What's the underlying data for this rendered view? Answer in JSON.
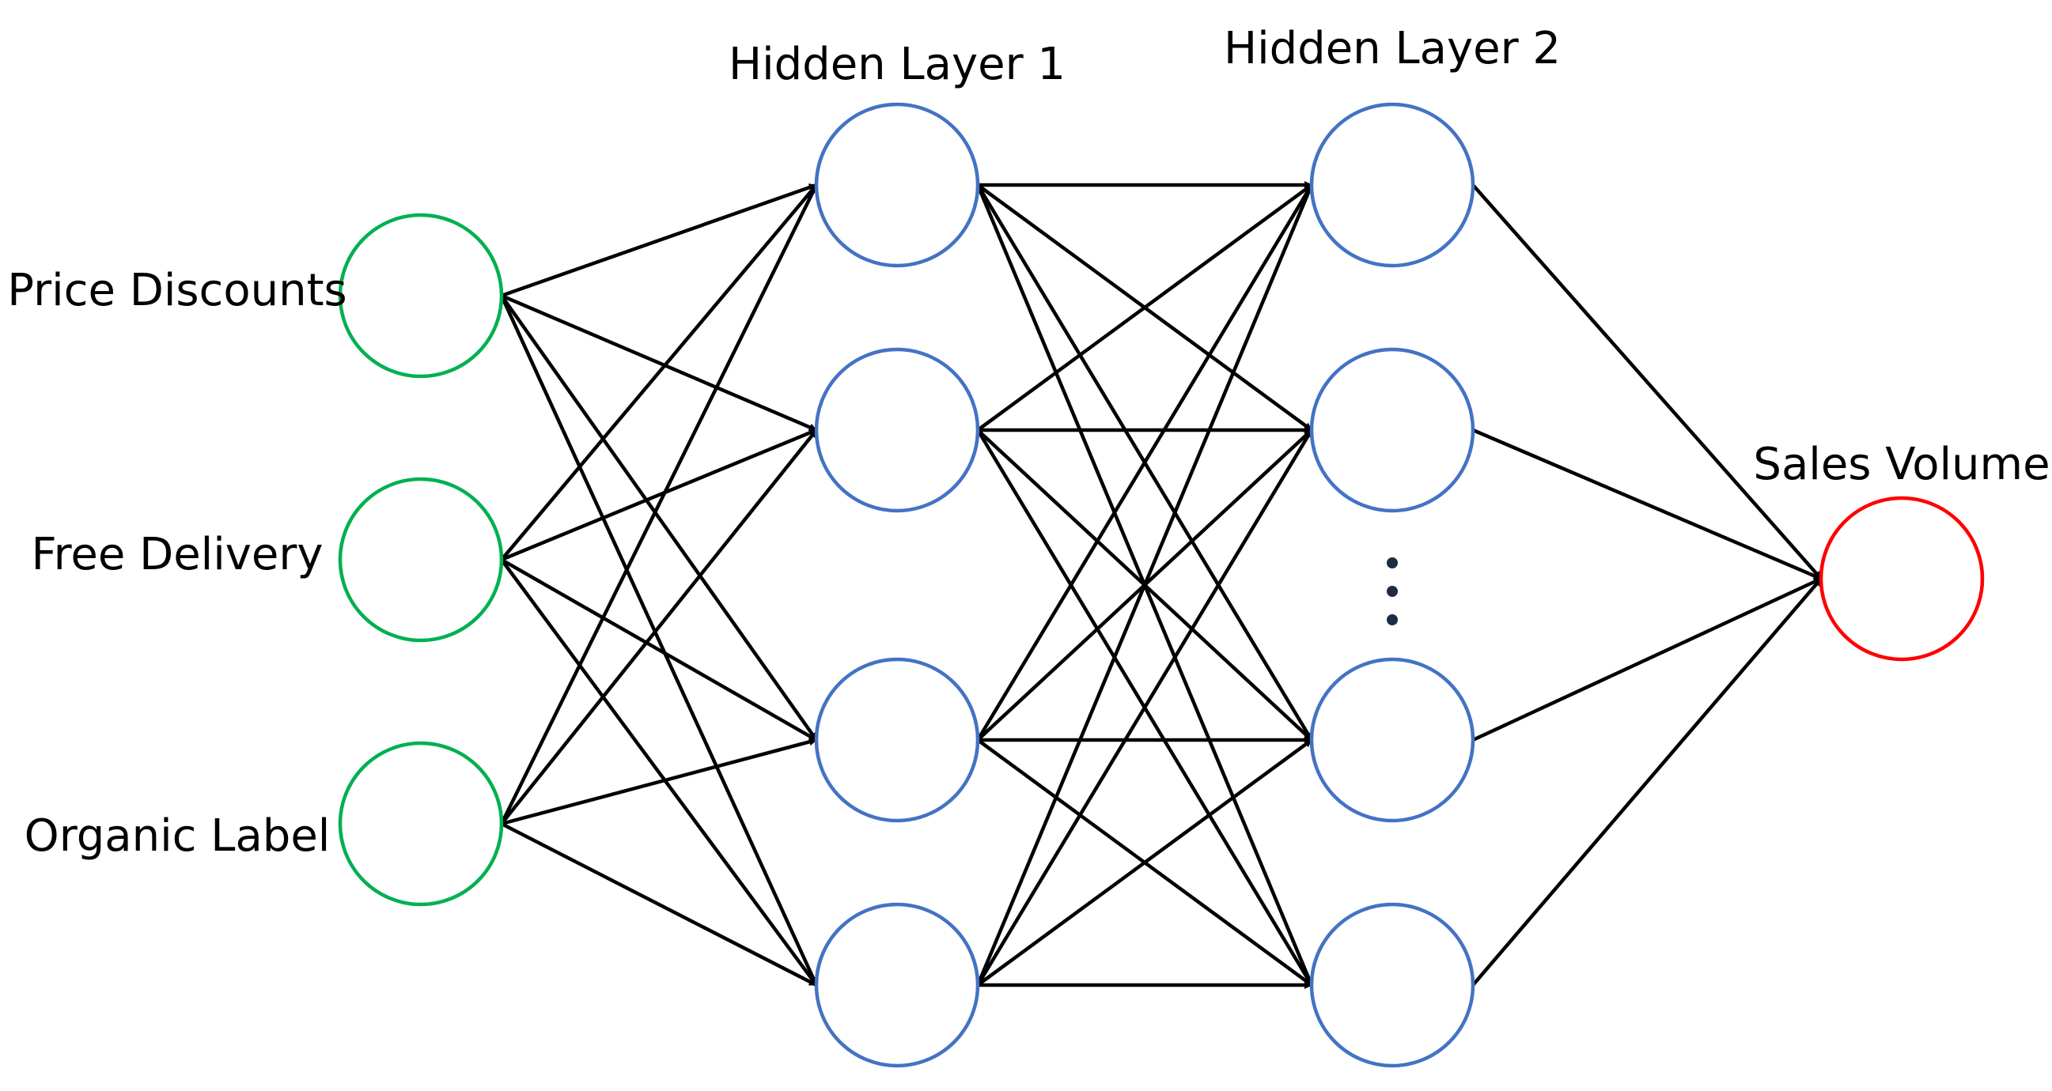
{
  "labels": {
    "input_1": "Price Discounts",
    "input_2": "Free Delivery",
    "input_3": "Organic Label",
    "hidden_1": "Hidden Layer 1",
    "hidden_2": "Hidden Layer 2",
    "output": "Sales Volume"
  },
  "colors": {
    "input_node": "#00b050",
    "hidden_node": "#4472c4",
    "output_node": "#ff0000",
    "edge": "#000000"
  },
  "layers": {
    "input_count": 3,
    "hidden_1_count": 4,
    "hidden_2_count": 4,
    "hidden_2_has_ellipsis": true,
    "output_count": 1
  }
}
